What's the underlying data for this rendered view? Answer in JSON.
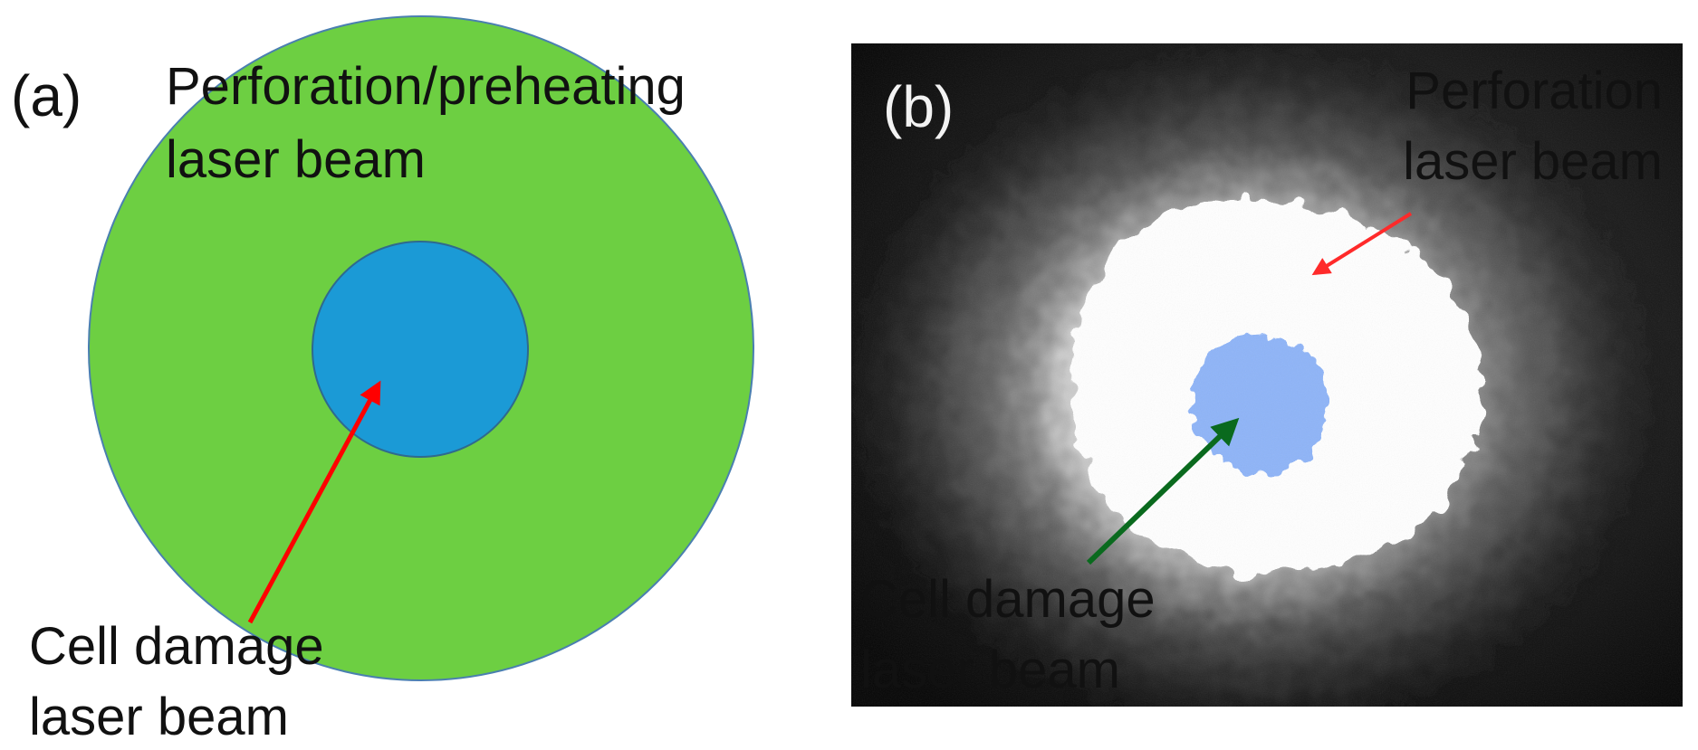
{
  "panel_a": {
    "panel_label": "(a)",
    "outer_label_line1": "Perforation/preheating",
    "outer_label_line2": "laser beam",
    "inner_label_line1": "Cell damage",
    "inner_label_line2": "laser beam",
    "colors": {
      "outer_beam": "#6dcf42",
      "outer_stroke": "#4a7fb0",
      "inner_beam": "#1b9ad6",
      "inner_stroke": "#2f6a8e",
      "arrow": "#ff0000"
    }
  },
  "panel_b": {
    "panel_label": "(b)",
    "outer_label_line1": "Perforation",
    "outer_label_line2": "laser beam",
    "inner_label_line1": "Cell damage",
    "inner_label_line2": "laser beam",
    "colors": {
      "background": "#0a0a0a",
      "bright_ring": "#ffffff",
      "inner_spot": "#8eb4f8",
      "outer_label": "#f48fb4",
      "outer_arrow": "#ff2a2a",
      "inner_label": "#22e0a0",
      "inner_arrow": "#0a6a1e"
    }
  }
}
